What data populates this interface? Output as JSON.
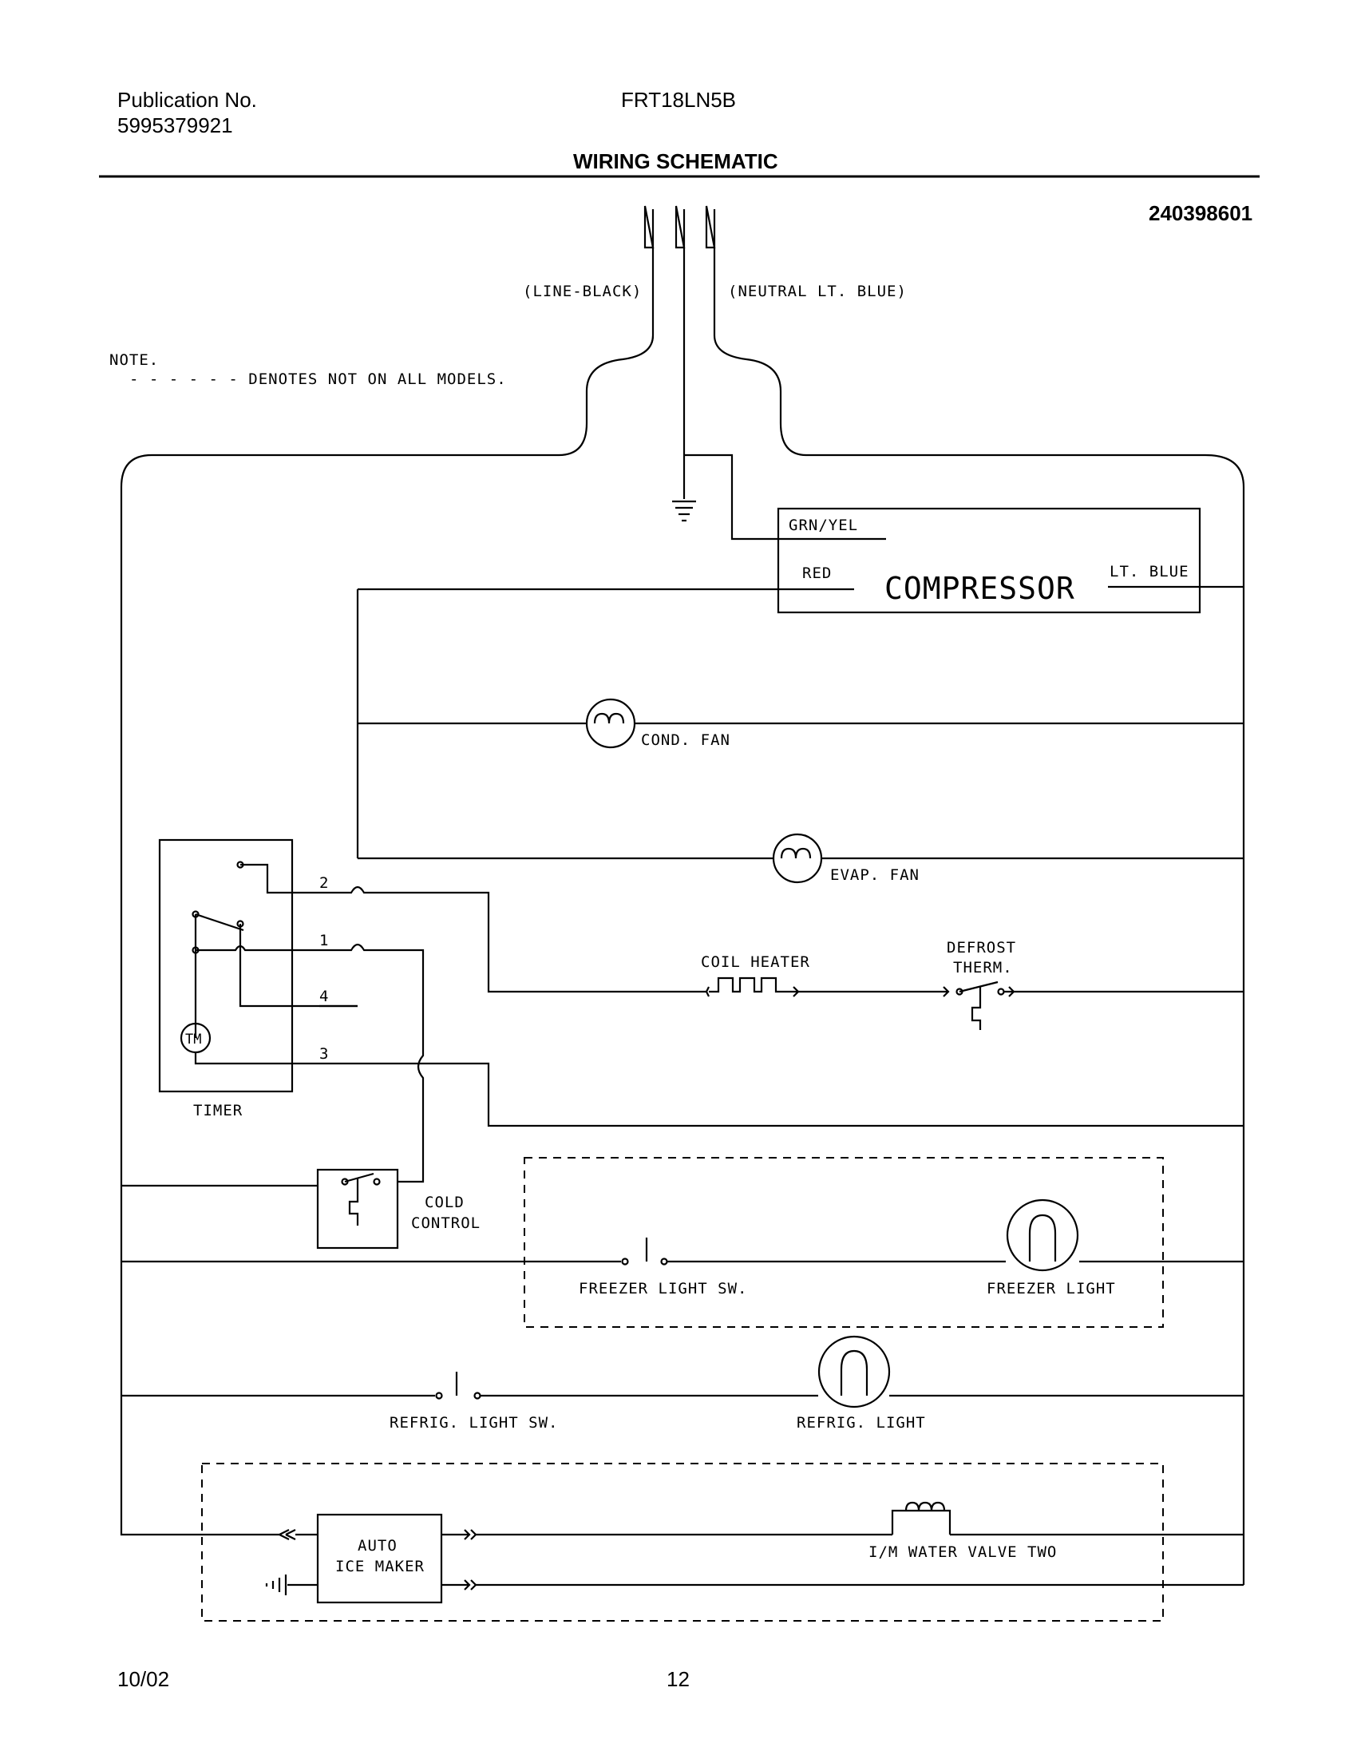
{
  "header": {
    "publication_label": "Publication No.",
    "publication_number": "5995379921",
    "model": "FRT18LN5B",
    "title": "WIRING SCHEMATIC",
    "part_number": "240398601"
  },
  "footer": {
    "date": "10/02",
    "page": "12"
  },
  "note": {
    "label": "NOTE.",
    "text": "- - - - - - DENOTES NOT ON ALL MODELS."
  },
  "supply": {
    "line": "(LINE-BLACK)",
    "neutral": "(NEUTRAL LT. BLUE)"
  },
  "compressor": {
    "ground_label": "GRN/YEL",
    "red_label": "RED",
    "name": "COMPRESSOR",
    "blue_label": "LT. BLUE"
  },
  "components": {
    "cond_fan": "COND. FAN",
    "evap_fan": "EVAP. FAN",
    "coil_heater": "COIL HEATER",
    "defrost_therm_1": "DEFROST",
    "defrost_therm_2": "THERM.",
    "timer": "TIMER",
    "timer_motor": "TM",
    "cold_control_1": "COLD",
    "cold_control_2": "CONTROL",
    "freezer_light_sw": "FREEZER LIGHT SW.",
    "freezer_light": "FREEZER LIGHT",
    "refrig_light_sw": "REFRIG. LIGHT SW.",
    "refrig_light": "REFRIG. LIGHT",
    "ice_maker_1": "AUTO",
    "ice_maker_2": "ICE MAKER",
    "water_valve": "I/M WATER VALVE TWO"
  },
  "timer_terminals": {
    "t2": "2",
    "t1": "1",
    "t4": "4",
    "t3": "3"
  }
}
